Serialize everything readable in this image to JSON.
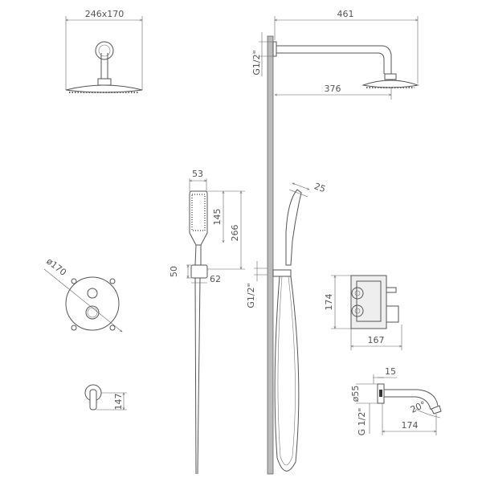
{
  "title": "Shower system technical drawing",
  "dimensions": {
    "rain_head_size": "246x170",
    "arm_length": "461",
    "wall_thread": "G1/2\"",
    "head_center_offset": "376",
    "hand_shower_width": "53",
    "hand_shower_head_length": "145",
    "hand_shower_length": "266",
    "hand_shower_depth": "25",
    "holder_height": "50",
    "holder_depth": "62",
    "holder_thread": "G1/2\"",
    "trim_plate_diameter": "ø170",
    "valve_body_height": "174",
    "valve_body_depth": "167",
    "outlet_height": "147",
    "spout_flange": "15",
    "spout_flange_diameter": "ø55",
    "spout_thread": "G 1/2\"",
    "spout_angle": "20°",
    "spout_length": "174"
  }
}
